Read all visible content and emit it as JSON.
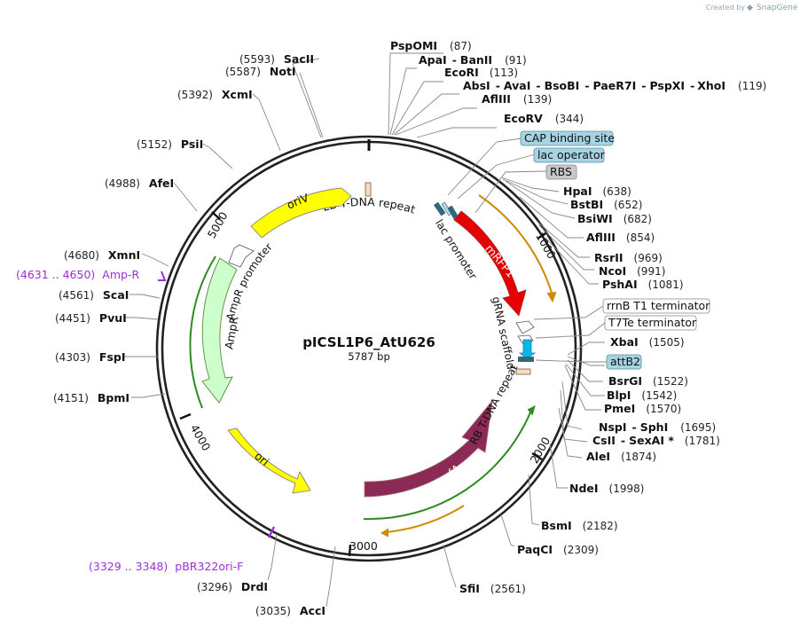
{
  "credit": {
    "prefix": "Created by",
    "brand": "SnapGene"
  },
  "plasmid": {
    "name": "pICSL1P6_AtU626",
    "size": "5787 bp"
  },
  "ticks": [
    "1000",
    "2000",
    "3000",
    "4000",
    "5000"
  ],
  "colors": {
    "backbone": "#222222",
    "mRFP1": "#e60000",
    "trfA": "#8b2a55",
    "ori": "#ffff00",
    "AmpR": "#ccffcc",
    "oriV": "#ffff00",
    "primer": "#9b30d9",
    "box_blue": "#a6d4e3",
    "box_gray": "#c8c8c8",
    "arrow_cyan": "#00b8ee",
    "teal_mark": "#2e6a78",
    "arrow_gray": "#ffffff"
  },
  "right_sites": [
    {
      "name": "PspOMI",
      "pos": "(87)"
    },
    {
      "name": "ApaI",
      "sep": "-",
      "name2": "BanII",
      "pos": "(91)"
    },
    {
      "name": "EcoRI",
      "pos": "(113)"
    },
    {
      "name": "AbsI",
      "sep": "-",
      "name2": "AvaI",
      "sep2": "-",
      "name3": "BsoBI",
      "sep3": "-",
      "name4": "PaeR7I",
      "sep4": "-",
      "name5": "PspXI",
      "sep5": "-",
      "name6": "XhoI",
      "pos": "(119)"
    },
    {
      "name": "AflIII",
      "pos": "(139)"
    },
    {
      "name": "EcoRV",
      "pos": "(344)"
    },
    {
      "name": "HpaI",
      "pos": "(638)"
    },
    {
      "name": "BstBI",
      "pos": "(652)"
    },
    {
      "name": "BsiWI",
      "pos": "(682)"
    },
    {
      "name": "AflIII",
      "pos": "(854)"
    },
    {
      "name": "RsrII",
      "pos": "(969)"
    },
    {
      "name": "NcoI",
      "pos": "(991)"
    },
    {
      "name": "PshAI",
      "pos": "(1081)"
    },
    {
      "name": "XbaI",
      "pos": "(1505)"
    },
    {
      "name": "BsrGI",
      "pos": "(1522)"
    },
    {
      "name": "BlpI",
      "pos": "(1542)"
    },
    {
      "name": "PmeI",
      "pos": "(1570)"
    },
    {
      "name": "NspI",
      "sep": "-",
      "name2": "SphI",
      "pos": "(1695)"
    },
    {
      "name": "CsII",
      "sep": "-",
      "name2": "SexAI *",
      "pos": "(1781)"
    },
    {
      "name": "AleI",
      "pos": "(1874)"
    },
    {
      "name": "NdeI",
      "pos": "(1998)"
    },
    {
      "name": "BsmI",
      "pos": "(2182)"
    },
    {
      "name": "PaqCI",
      "pos": "(2309)"
    },
    {
      "name": "SfiI",
      "pos": "(2561)"
    }
  ],
  "left_sites": [
    {
      "pos": "(5593)",
      "name": "SacII"
    },
    {
      "pos": "(5587)",
      "name": "NotI"
    },
    {
      "pos": "(5392)",
      "name": "XcmI"
    },
    {
      "pos": "(5152)",
      "name": "PsiI"
    },
    {
      "pos": "(4988)",
      "name": "AfeI"
    },
    {
      "pos": "(4680)",
      "name": "XmnI"
    },
    {
      "pos": "(4561)",
      "name": "ScaI"
    },
    {
      "pos": "(4451)",
      "name": "PvuI"
    },
    {
      "pos": "(4303)",
      "name": "FspI"
    },
    {
      "pos": "(4151)",
      "name": "BpmI"
    },
    {
      "pos": "(3296)",
      "name": "DrdI"
    },
    {
      "pos": "(3035)",
      "name": "AccI"
    }
  ],
  "primers": [
    {
      "pos": "(4631 .. 4650)",
      "name": "Amp-R"
    },
    {
      "pos": "(3329 .. 3348)",
      "name": "pBR322ori-F"
    }
  ],
  "boxed_features": {
    "cap": "CAP binding site",
    "lacop": "lac operator",
    "rbs": "RBS",
    "rrnb": "rrnB T1 terminator",
    "t7te": "T7Te terminator",
    "attb2": "attB2"
  },
  "features": {
    "lb": "LB T-DNA repeat",
    "lac_promoter": "lac promoter",
    "mrfp1": "mRFP1",
    "grna": "gRNA scaffold",
    "rb": "RB T-DNA repeat",
    "trfa": "trfA",
    "ori": "ori",
    "ampr": "AmpR",
    "ampr_promoter": "AmpR promoter",
    "oriv": "oriV"
  }
}
